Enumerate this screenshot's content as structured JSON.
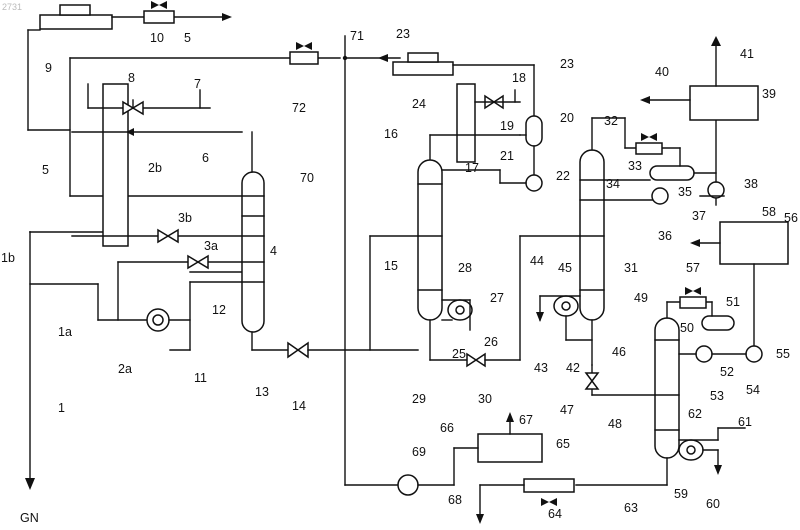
{
  "watermark": "2731",
  "labels": {
    "l1": "1",
    "l1a": "1a",
    "l1b": "1b",
    "l2a": "2a",
    "l2b": "2b",
    "l3a": "3a",
    "l3b": "3b",
    "l4": "4",
    "l5a": "5",
    "l5b": "5",
    "l6": "6",
    "l7": "7",
    "l8": "8",
    "l9": "9",
    "l10": "10",
    "l11": "11",
    "l12": "12",
    "l13": "13",
    "l14": "14",
    "l15": "15",
    "l16": "16",
    "l17": "17",
    "l18": "18",
    "l19": "19",
    "l20": "20",
    "l21": "21",
    "l22": "22",
    "l23a": "23",
    "l23b": "23",
    "l24": "24",
    "l25": "25",
    "l26": "26",
    "l27": "27",
    "l28": "28",
    "l29": "29",
    "l30": "30",
    "l31": "31",
    "l32": "32",
    "l33": "33",
    "l34": "34",
    "l35": "35",
    "l36": "36",
    "l37": "37",
    "l38": "38",
    "l39": "39",
    "l40": "40",
    "l41": "41",
    "l42": "42",
    "l43": "43",
    "l44": "44",
    "l45": "45",
    "l46": "46",
    "l47": "47",
    "l48": "48",
    "l49": "49",
    "l50": "50",
    "l51": "51",
    "l52": "52",
    "l53": "53",
    "l54": "54",
    "l55": "55",
    "l56": "56",
    "l57": "57",
    "l58": "58",
    "l59": "59",
    "l60": "60",
    "l61": "61",
    "l62": "62",
    "l63": "63",
    "l64": "64",
    "l65": "65",
    "l66": "66",
    "l67": "67",
    "l68": "68",
    "l69": "69",
    "l70": "70",
    "l71": "71",
    "l72": "72",
    "gn": "GN"
  }
}
